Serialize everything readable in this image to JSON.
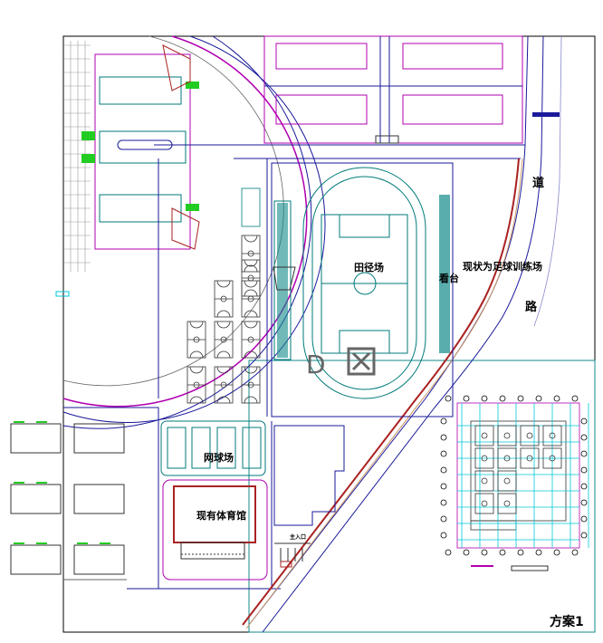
{
  "labels": {
    "road_char_1": "道",
    "road_char_2": "路",
    "track_field": "田径场",
    "grandstand": "看台",
    "football_note": "现状为足球训练场",
    "tennis": "网球场",
    "gym": "现有体育馆",
    "entrance": "主入口",
    "scheme": "方案1",
    "zone_mark": "D"
  },
  "colors": {
    "frame": "#000000",
    "road": "#1a1a9a",
    "building": "#b000b0",
    "court": "#007a7a",
    "green": "#22cc22",
    "red": "#aa2222",
    "cyan": "#00c8d8"
  }
}
